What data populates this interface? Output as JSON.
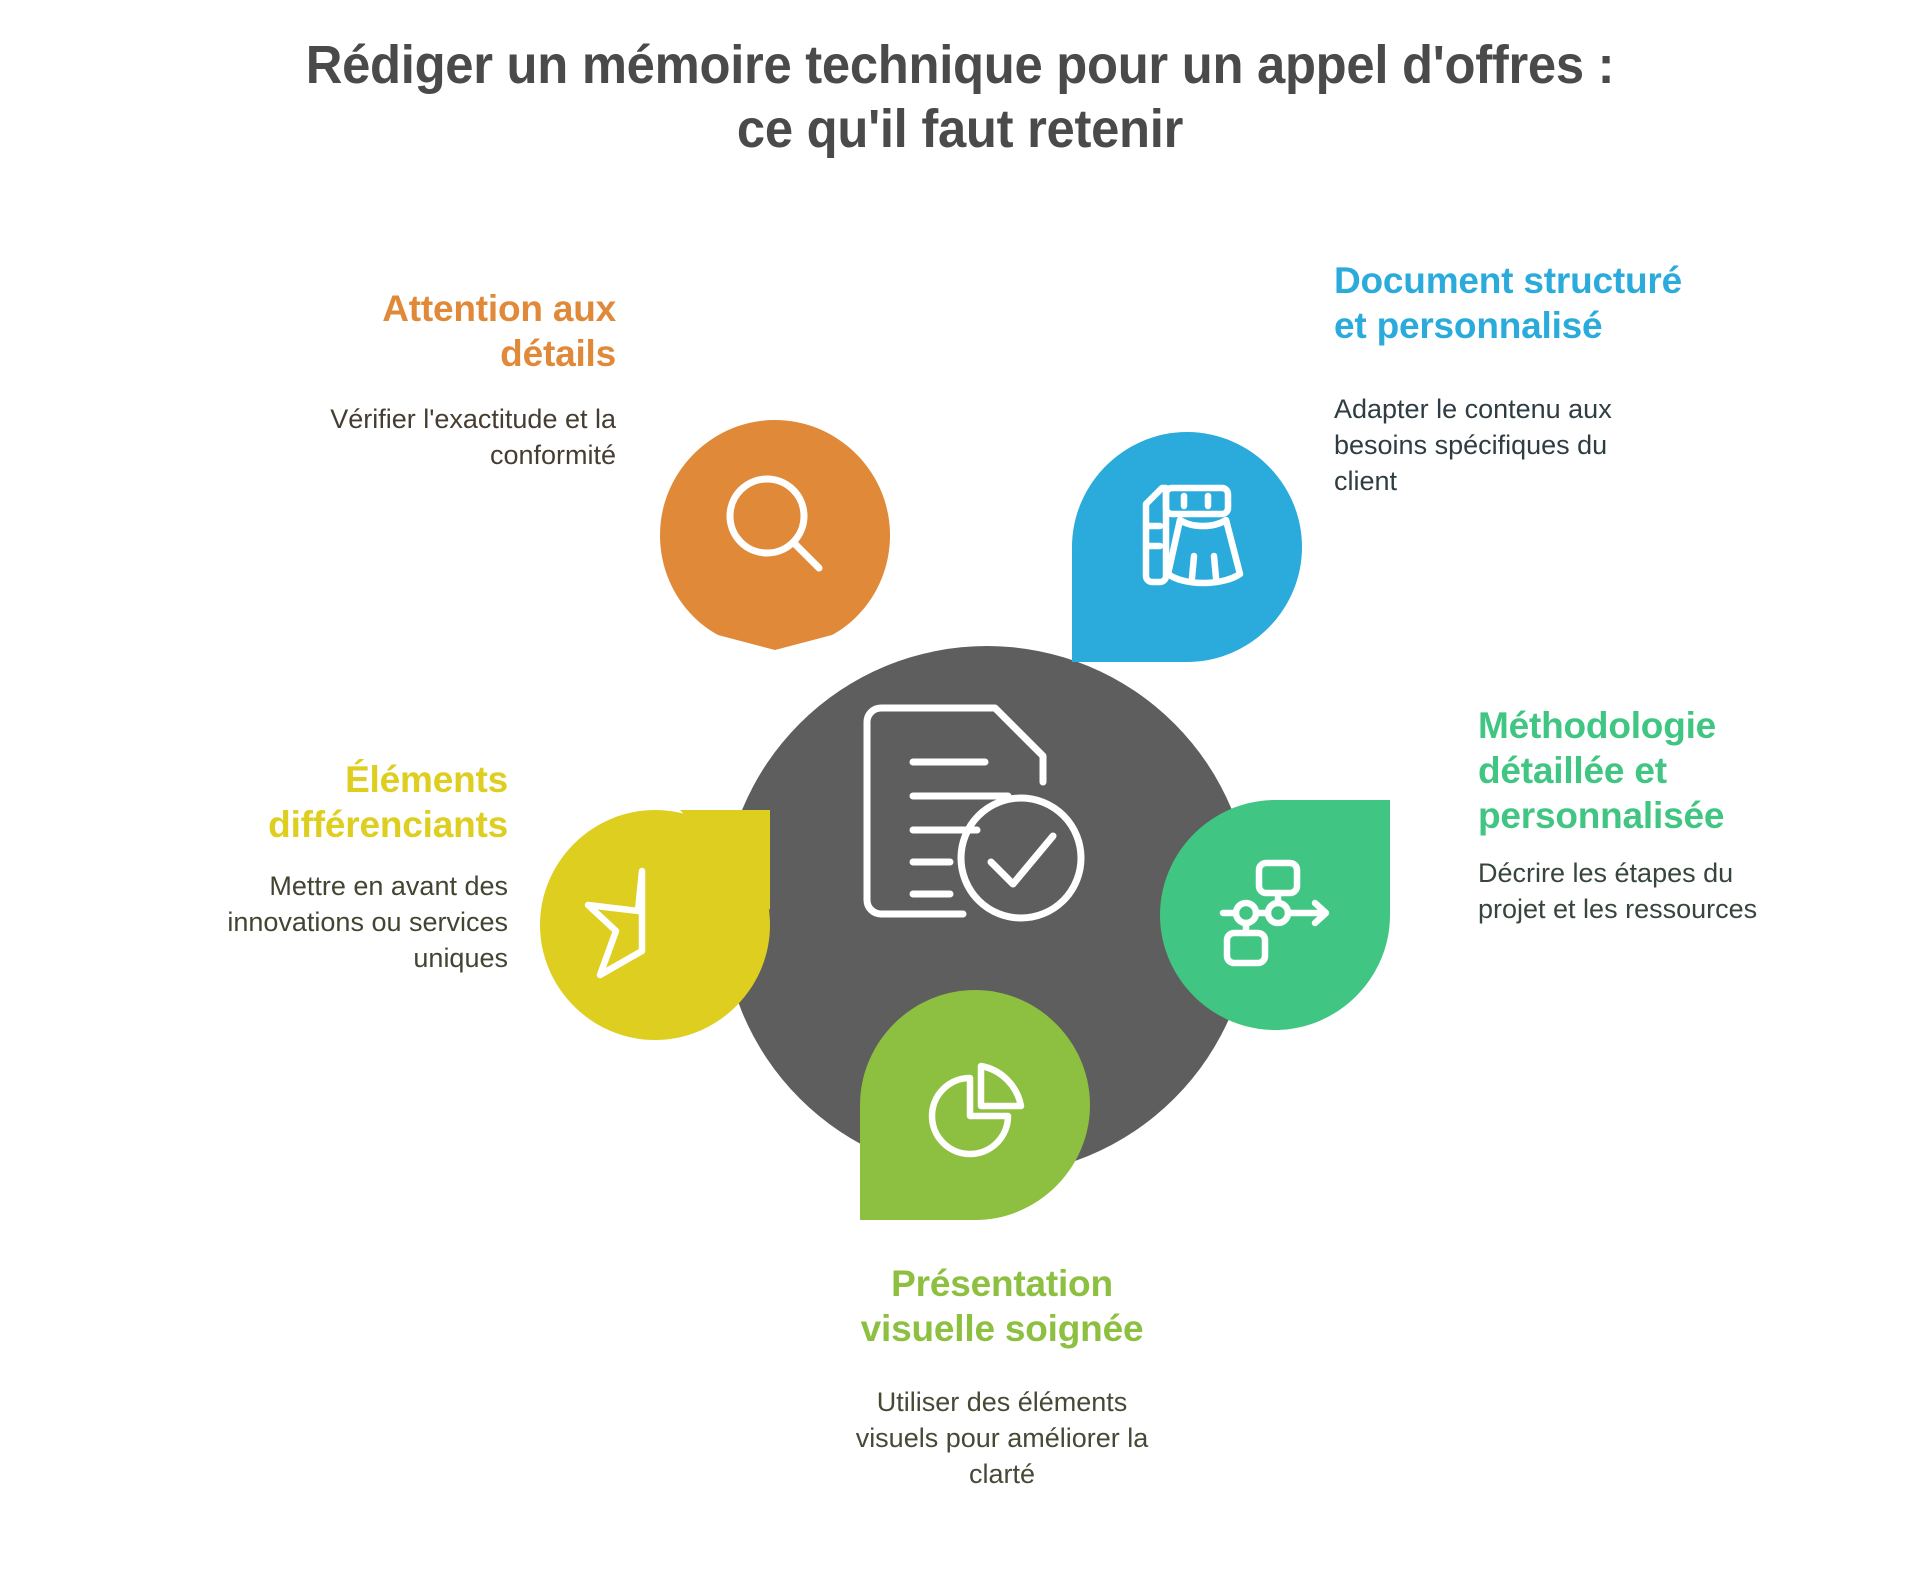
{
  "title": {
    "line1": "Rédiger un mémoire technique pour un appel d'offres :",
    "line2": "ce qu'il faut retenir"
  },
  "center": {
    "icon": "document-check-icon",
    "color": "#5E5E5E"
  },
  "background_color": "#FFFFFF",
  "items": [
    {
      "id": "attention-details",
      "heading": "Attention aux détails",
      "heading_line1": "Attention aux",
      "heading_line2": "détails",
      "description": "Vérifier l'exactitude et la conformité",
      "desc_line1": "Vérifier l'exactitude et la",
      "desc_line2": "conformité",
      "color": "#DF8939",
      "icon": "magnifier-icon",
      "position": "top-left"
    },
    {
      "id": "document-structure",
      "heading": "Document structuré et personnalisé",
      "heading_line1": "Document structuré",
      "heading_line2": "et personnalisé",
      "description": "Adapter le contenu aux besoins spécifiques du client",
      "desc_line1": "Adapter le contenu aux",
      "desc_line2": "besoins spécifiques du",
      "desc_line3": "client",
      "color": "#2AABDC",
      "icon": "ruler-skirt-icon",
      "position": "top-right"
    },
    {
      "id": "methodologie",
      "heading": "Méthodologie détaillée et personnalisée",
      "heading_line1": "Méthodologie",
      "heading_line2": "détaillée et",
      "heading_line3": "personnalisée",
      "description": "Décrire les étapes du projet et les ressources",
      "desc_line1": "Décrire les étapes du",
      "desc_line2": "projet et les ressources",
      "color": "#41C583",
      "icon": "flowchart-icon",
      "position": "right"
    },
    {
      "id": "presentation-visuelle",
      "heading": "Présentation visuelle soignée",
      "heading_line1": "Présentation",
      "heading_line2": "visuelle soignée",
      "description": "Utiliser des éléments visuels pour améliorer la clarté",
      "desc_line1": "Utiliser des éléments",
      "desc_line2": "visuels pour améliorer la",
      "desc_line3": "clarté",
      "color": "#8DBF40",
      "icon": "pie-chart-icon",
      "position": "bottom"
    },
    {
      "id": "elements-differenciants",
      "heading": "Éléments différenciants",
      "heading_line1": "Éléments",
      "heading_line2": "différenciants",
      "description": "Mettre en avant des innovations ou services uniques",
      "desc_line1": "Mettre en avant des",
      "desc_line2": "innovations ou services",
      "desc_line3": "uniques",
      "color": "#DECE1F",
      "icon": "star-icon",
      "position": "left"
    }
  ]
}
